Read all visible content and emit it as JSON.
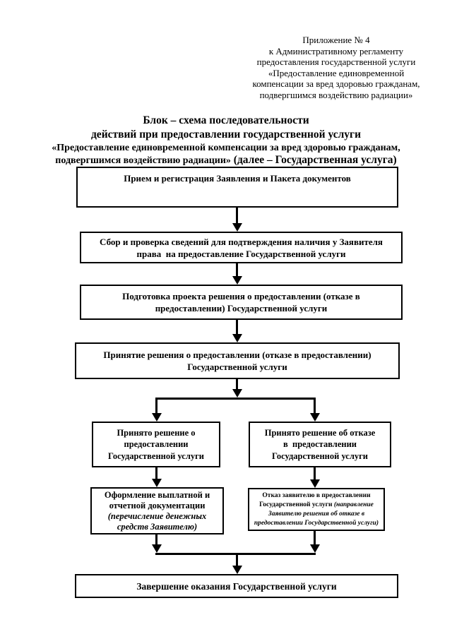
{
  "page": {
    "appendix_note": "Приложение № 4\nк Административному регламенту\nпредоставления государственной услуги\n«Предоставление единовременной\nкомпенсации за вред здоровью гражданам,\nподвергшимся воздействию радиации»",
    "title_main": "Блок – схема последовательности\nдействий при предоставлении государственной услуги",
    "title_sub_small": "«Предоставление единовременной компенсации за вред здоровью гражданам,\nподвергшимся воздействию радиации»",
    "title_sub_large": " (далее – Государственная услуга)"
  },
  "flowchart": {
    "reception": "Прием и регистрация Заявления и Пакета документов",
    "verification": "Сбор и проверка сведений для подтверждения наличия у Заявителя\nправа  на предоставление Государственной услуги",
    "draft_decision": "Подготовка проекта решения о предоставлении (отказе в\nпредоставлении) Государственной услуги",
    "decision": "Принятие решения о предоставлении (отказе в предоставлении)\nГосударственной услуги",
    "approved": "Принято решение о\nпредоставлении\nГосударственной услуги",
    "refused": "Принято решение об отказе\nв  предоставлении\nГосударственной услуги",
    "payment_docs_main": "Оформление выплатной и\nотчетной документации\n",
    "payment_docs_note": "(перечисление денежных\nсредств Заявителю)",
    "refusal_notice_main": "Отказ заявителю в предоставлении\nГосударственной услуги ",
    "refusal_notice_note": "(направление\nЗаявителю решения об отказе в\nпредоставлении Государственной услуги)",
    "completion": "Завершение оказания Государственной услуги"
  },
  "colors": {
    "ink": "#000000",
    "paper": "#ffffff"
  }
}
